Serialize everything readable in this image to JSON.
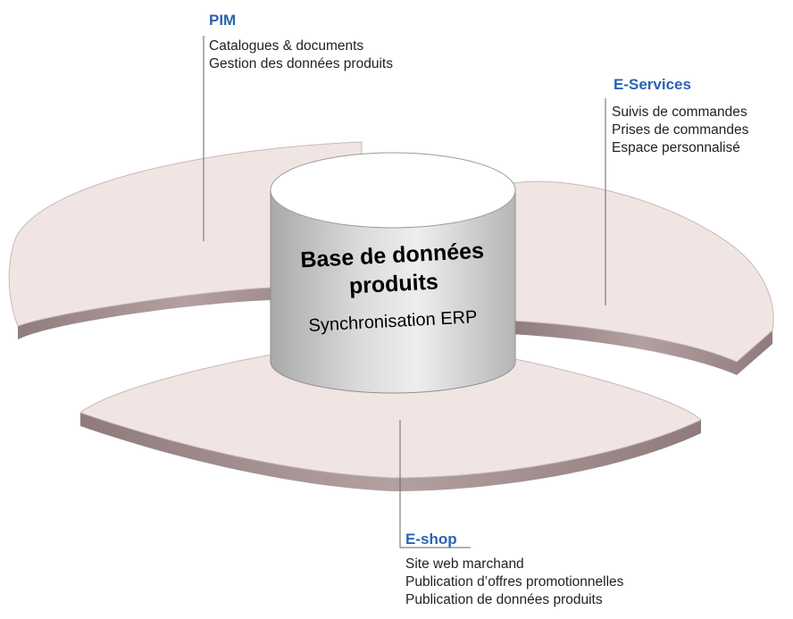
{
  "colors": {
    "title_blue": "#2b63b0",
    "ring_top": "#f1e5e4",
    "ring_side": "#a28f90",
    "cylinder_top": "#ffffff",
    "cylinder_body": "#cfcfcf",
    "leader_line": "#666666"
  },
  "database": {
    "title_line1": "Base de données",
    "title_line2": "produits",
    "subtitle": "Synchronisation ERP"
  },
  "sections": {
    "pim": {
      "title": "PIM",
      "items": [
        "Catalogues & documents",
        "Gestion des données produits"
      ]
    },
    "eservices": {
      "title": "E-Services",
      "items": [
        "Suivis de commandes",
        "Prises de commandes",
        "Espace personnalisé"
      ]
    },
    "eshop": {
      "title": "E-shop",
      "items": [
        "Site web marchand",
        "Publication d’offres promotionnelles",
        "Publication de données produits"
      ]
    }
  }
}
